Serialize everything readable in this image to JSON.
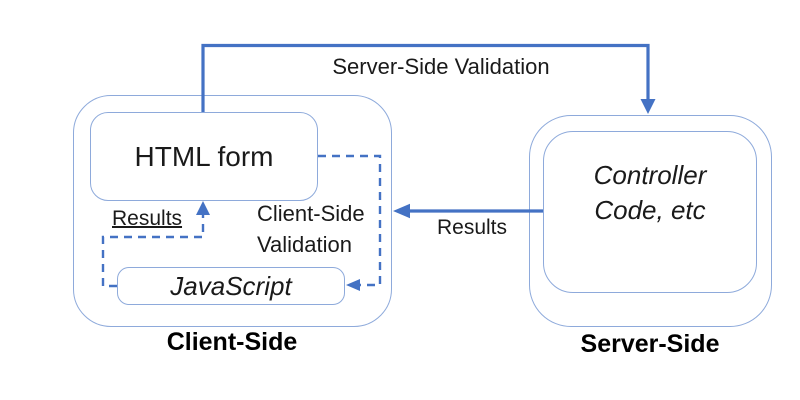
{
  "diagram": {
    "nodes": {
      "html_form": "HTML form",
      "javascript": "JavaScript",
      "controller_line1": "Controller",
      "controller_line2": "Code, etc"
    },
    "groups": {
      "client_label": "Client-Side",
      "server_label": "Server-Side"
    },
    "edges": {
      "server_side_validation": "Server-Side Validation",
      "results_to_client": "Results",
      "client_side_validation_line1": "Client-Side",
      "client_side_validation_line2": "Validation",
      "results_to_form": "Results"
    },
    "colors": {
      "arrow_blue": "#4472C4",
      "box_border_blue": "#8EAADB",
      "text": "#1A1A1A",
      "background": "#FFFFFF"
    }
  }
}
